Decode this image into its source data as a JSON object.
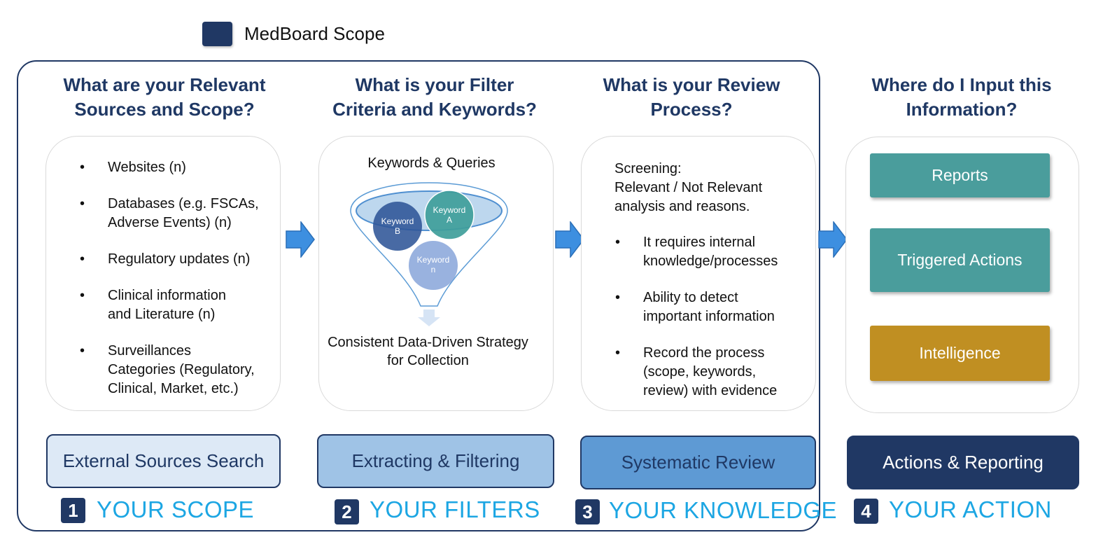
{
  "legend": {
    "label": "MedBoard Scope",
    "color": "#203864"
  },
  "columns": [
    {
      "title_line1": "What are your Relevant",
      "title_line2": "Sources and Scope?",
      "items": [
        [
          "Websites (n)"
        ],
        [
          "Databases (e.g. FSCAs,",
          "Adverse Events) (n)"
        ],
        [
          "Regulatory updates (n)"
        ],
        [
          "Clinical information",
          "and Literature (n)"
        ],
        [
          "Surveillances",
          "Categories (Regulatory,",
          "Clinical, Market, etc.)"
        ]
      ],
      "stage": "External Sources Search",
      "step_number": "1",
      "step_label": "YOUR SCOPE"
    },
    {
      "title_line1": "What is your Filter",
      "title_line2": "Criteria and Keywords?",
      "funnel_title": "Keywords & Queries",
      "keyword_a": [
        "Keyword",
        "A"
      ],
      "keyword_b": [
        "Keyword",
        "B"
      ],
      "keyword_n": [
        "Keyword",
        "n"
      ],
      "caption_line1": "Consistent Data-Driven Strategy",
      "caption_line2": "for Collection",
      "stage": "Extracting & Filtering",
      "step_number": "2",
      "step_label": "YOUR FILTERS"
    },
    {
      "title_line1": "What is your Review",
      "title_line2": "Process?",
      "intro": [
        "Screening:",
        "Relevant / Not Relevant",
        "analysis and reasons."
      ],
      "items": [
        [
          "It requires internal",
          "knowledge/processes"
        ],
        [
          "Ability to detect",
          "important information"
        ],
        [
          "Record the process",
          "(scope, keywords,",
          "review) with evidence"
        ]
      ],
      "stage": "Systematic Review",
      "step_number": "3",
      "step_label": "YOUR KNOWLEDGE"
    },
    {
      "title_line1": "Where do I Input this",
      "title_line2": "Information?",
      "actions": [
        {
          "label": "Reports",
          "color": "#4a9d9c"
        },
        {
          "label": "Triggered Actions",
          "color": "#4a9d9c"
        },
        {
          "label": "Intelligence",
          "color": "#c08f22"
        }
      ],
      "stage": "Actions & Reporting",
      "step_number": "4",
      "step_label": "YOUR ACTION"
    }
  ],
  "colors": {
    "title": "#1f3864",
    "step_label": "#1ca6e3",
    "arrow": "#3d8fe0",
    "stage_fills": [
      "#dde9f6",
      "#9fc3e6",
      "#5e9ad4",
      "#203864"
    ]
  }
}
